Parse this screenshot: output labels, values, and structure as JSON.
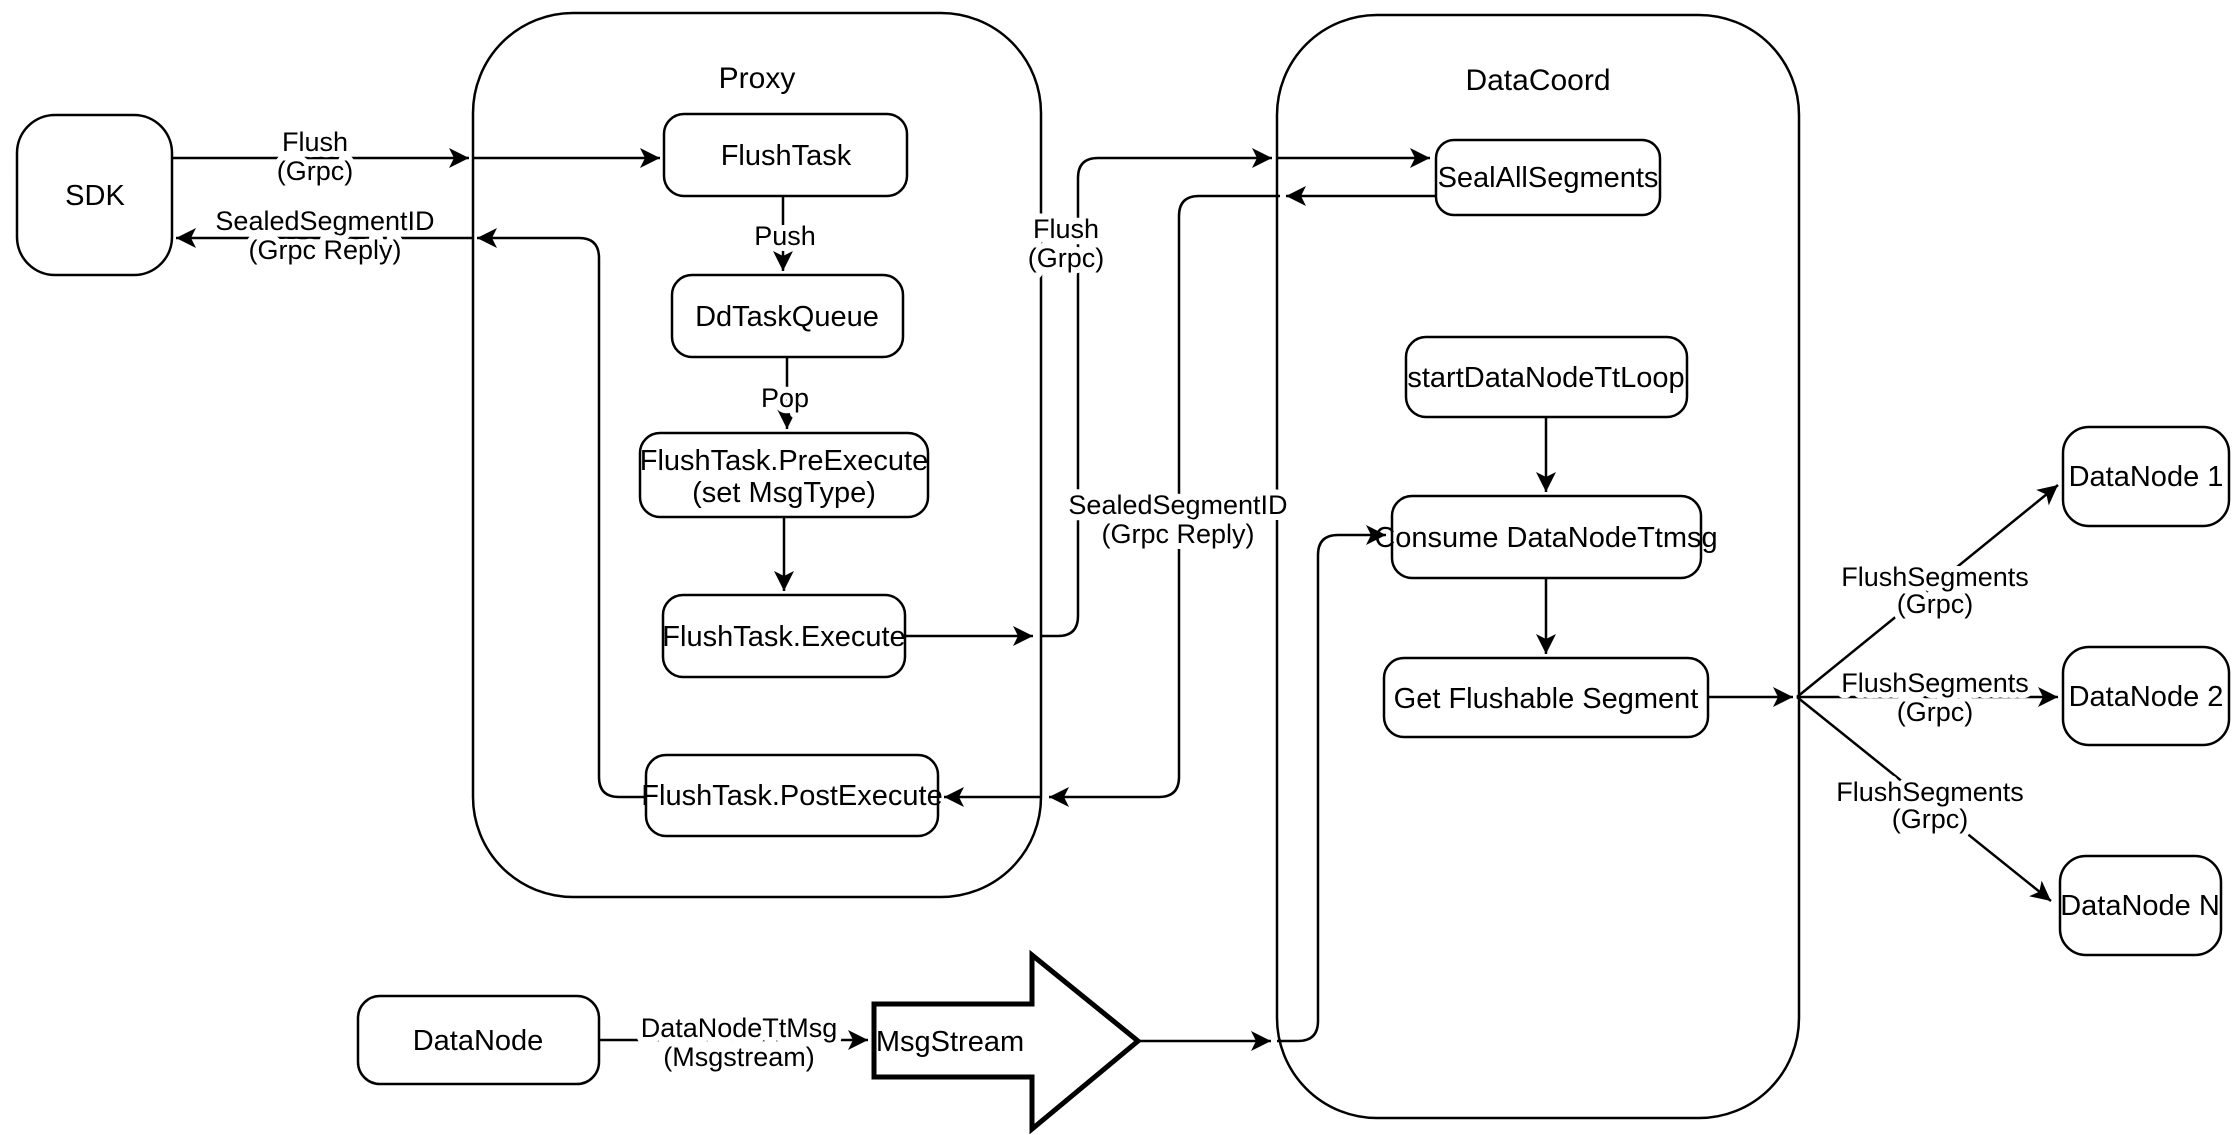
{
  "diagram": {
    "containers": {
      "proxy": "Proxy",
      "datacoord": "DataCoord"
    },
    "nodes": {
      "sdk": "SDK",
      "flush_task": "FlushTask",
      "dd_task_queue": "DdTaskQueue",
      "pre_execute_line1": "FlushTask.PreExecute",
      "pre_execute_line2": "(set MsgType)",
      "execute": "FlushTask.Execute",
      "post_execute": "FlushTask.PostExecute",
      "seal_all_segments": "SealAllSegments",
      "start_datanode_tt_loop": "startDataNodeTtLoop",
      "consume_datanode_ttmsg": "Consume DataNodeTtmsg",
      "get_flushable_segment": "Get Flushable Segment",
      "datanode_1": "DataNode 1",
      "datanode_2": "DataNode 2",
      "datanode_n": "DataNode N",
      "datanode_bottom": "DataNode",
      "msgstream": "MsgStream"
    },
    "edge_labels": {
      "sdk_flush_line1": "Flush",
      "sdk_flush_line2": "(Grpc)",
      "sdk_reply_line1": "SealedSegmentID",
      "sdk_reply_line2": "(Grpc Reply)",
      "push": "Push",
      "pop": "Pop",
      "proxy_flush_line1": "Flush",
      "proxy_flush_line2": "(Grpc)",
      "coord_reply_line1": "SealedSegmentID",
      "coord_reply_line2": "(Grpc Reply)",
      "flush_segments_1_line1": "FlushSegments",
      "flush_segments_1_line2": "(Grpc)",
      "flush_segments_2_line1": "FlushSegments",
      "flush_segments_2_line2": "(Grpc)",
      "flush_segments_n_line1": "FlushSegments",
      "flush_segments_n_line2": "(Grpc)",
      "datanode_ttmsg_line1": "DataNodeTtMsg",
      "datanode_ttmsg_line2": "(Msgstream)"
    },
    "colors": {
      "stroke": "#000000",
      "fill": "#ffffff",
      "background": "#ffffff"
    }
  }
}
